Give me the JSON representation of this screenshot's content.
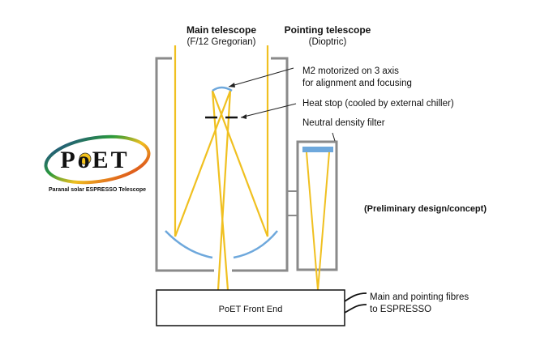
{
  "headings": {
    "main_title": "Main telescope",
    "main_subtitle": "(F/12 Gregorian)",
    "pointing_title": "Pointing telescope",
    "pointing_subtitle": "(Dioptric)"
  },
  "annotations": {
    "m2_line1": "M2 motorized on 3 axis",
    "m2_line2": "for alignment and focusing",
    "heat_stop": "Heat stop (cooled by external chiller)",
    "nd_filter": "Neutral density filter",
    "preliminary": "(Preliminary design/concept)",
    "fibres_line1": "Main and pointing fibres",
    "fibres_line2": "to ESPRESSO"
  },
  "front_end": {
    "label": "PoET Front End"
  },
  "logo": {
    "wordmark": "PoET",
    "caption": "Paranal solar ESPRESSO Telescope"
  },
  "colors": {
    "beam": "#f0c020",
    "mirror": "#6ea8dc",
    "tube": "#8a8a8a",
    "filter": "#6ea8dc",
    "sun": "#f3c21a"
  }
}
